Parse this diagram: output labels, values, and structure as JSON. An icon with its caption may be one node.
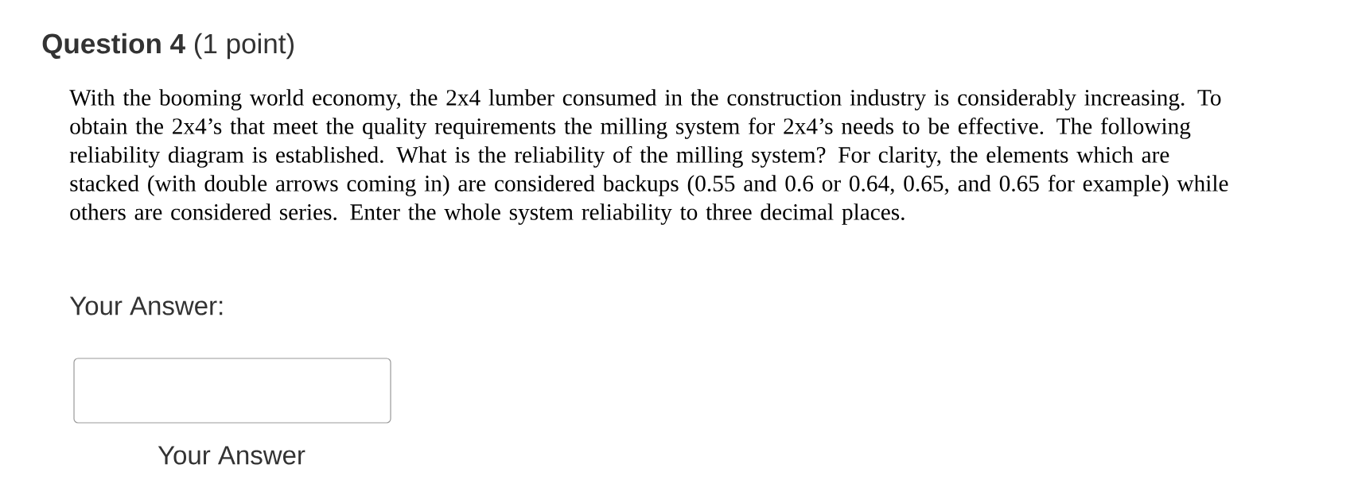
{
  "diagram": {
    "title": "**Question 4** (1 point)",
    "labels": [
      "With the booming world economy, the 2x4 lumber consumed in the construction industry is considerably increasing. To obtain the 2x4’s that meet the quality requirements the milling system for 2x4’s needs to be effective. The following reliability diagram is established. What is the reliability of the milling system? For clarity, the elements which are stacked (with double arrows coming in) are considered backups (0.55 and 0.6 or 0.64, 0.65, and 0.65 for example) while others are considered series. Enter the whole system reliability to three decimal places.",
      "Your Answer:",
      "Your Answer"
    ]
  }
}
